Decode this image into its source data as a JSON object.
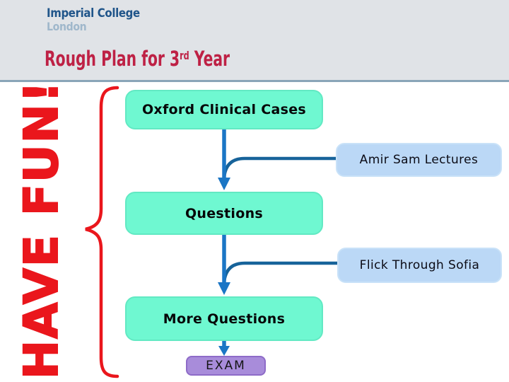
{
  "slide": {
    "logo": {
      "line1": "Imperial College",
      "line2": "London"
    },
    "title": {
      "prefix": "Rough Plan for 3",
      "superscript": "rd",
      "suffix": " Year"
    }
  },
  "sidebar": {
    "label": "HAVE FUN!"
  },
  "flowchart": {
    "nodes": [
      {
        "id": "oxford",
        "label": "Oxford Clinical Cases",
        "type": "main"
      },
      {
        "id": "amir",
        "label": "Amir Sam Lectures",
        "type": "side"
      },
      {
        "id": "questions",
        "label": "Questions",
        "type": "main"
      },
      {
        "id": "sofia",
        "label": "Flick Through Sofia",
        "type": "side"
      },
      {
        "id": "more-questions",
        "label": "More Questions",
        "type": "main"
      },
      {
        "id": "exam",
        "label": "EXAM",
        "type": "end"
      }
    ]
  },
  "colors": {
    "header_background": "#E0E3E7",
    "divider": "#8AA5B8",
    "logo_blue": "#20558A",
    "logo_light_blue": "#9FB7CB",
    "title_crimson": "#BE2145",
    "accent_red": "#EA161C",
    "main_node_fill": "#6FF8D1",
    "side_node_fill": "#BBD8F6",
    "exam_node_fill": "#A88CDA",
    "arrow_blue": "#1B76C5",
    "connector_blue": "#17639A"
  }
}
